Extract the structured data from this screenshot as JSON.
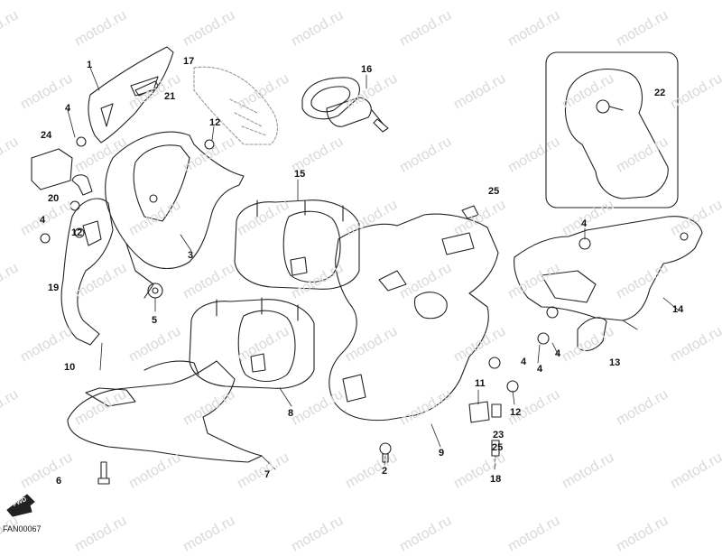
{
  "figure_code": "FAN00067",
  "forward_badge": "FWD",
  "watermark_text": "motod.ru",
  "colors": {
    "line": "#222222",
    "watermark": "#d9d9d9",
    "background": "#ffffff"
  },
  "callouts": [
    {
      "id": "c1",
      "label": "1"
    },
    {
      "id": "c17",
      "label": "17"
    },
    {
      "id": "c16",
      "label": "16"
    },
    {
      "id": "c22",
      "label": "22"
    },
    {
      "id": "c21",
      "label": "21"
    },
    {
      "id": "c4a",
      "label": "4"
    },
    {
      "id": "c12a",
      "label": "12"
    },
    {
      "id": "c24",
      "label": "24"
    },
    {
      "id": "c15",
      "label": "15"
    },
    {
      "id": "c20",
      "label": "20"
    },
    {
      "id": "c25",
      "label": "25"
    },
    {
      "id": "c4b",
      "label": "4"
    },
    {
      "id": "c12b",
      "label": "12"
    },
    {
      "id": "c4c",
      "label": "4"
    },
    {
      "id": "c3",
      "label": "3"
    },
    {
      "id": "c19",
      "label": "19"
    },
    {
      "id": "c5",
      "label": "5"
    },
    {
      "id": "c14",
      "label": "14"
    },
    {
      "id": "c4d",
      "label": "4"
    },
    {
      "id": "c10",
      "label": "10"
    },
    {
      "id": "c4e",
      "label": "4"
    },
    {
      "id": "c4f",
      "label": "4"
    },
    {
      "id": "c13",
      "label": "13"
    },
    {
      "id": "c11",
      "label": "11"
    },
    {
      "id": "c12c",
      "label": "12"
    },
    {
      "id": "c8",
      "label": "8"
    },
    {
      "id": "c23",
      "label": "23"
    },
    {
      "id": "c25b",
      "label": "25"
    },
    {
      "id": "c9",
      "label": "9"
    },
    {
      "id": "c2",
      "label": "2"
    },
    {
      "id": "c18",
      "label": "18"
    },
    {
      "id": "c7",
      "label": "7"
    },
    {
      "id": "c6",
      "label": "6"
    }
  ]
}
